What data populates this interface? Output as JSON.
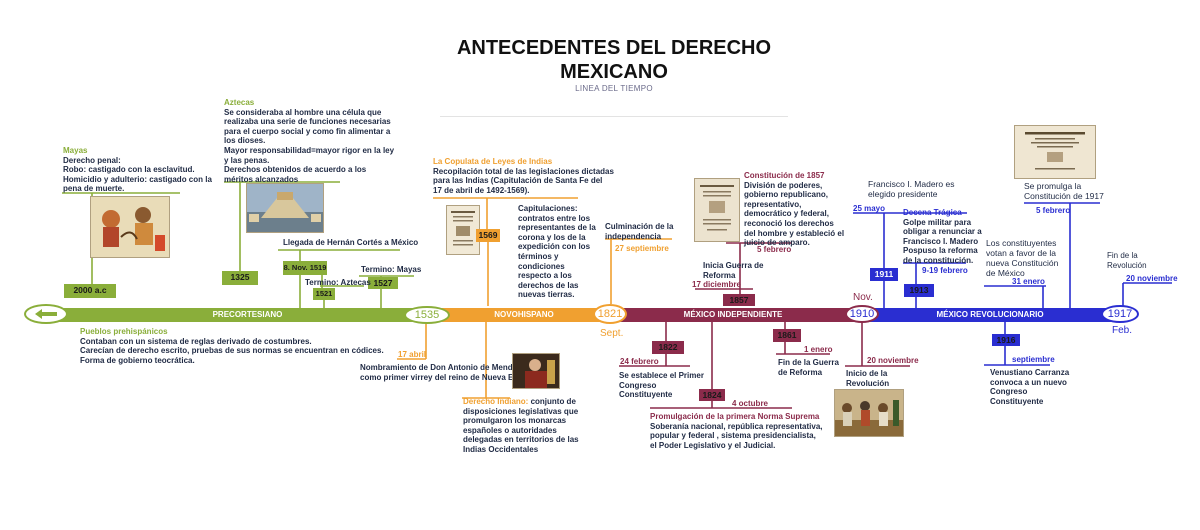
{
  "header": {
    "title_line1": "ANTECEDENTES DEL DERECHO",
    "title_line2": "MEXICANO",
    "subtitle": "LINEA DEL TIEMPO"
  },
  "colors": {
    "precortesiano": "#8aae3a",
    "novohispano": "#f0a030",
    "independiente": "#8b2b4b",
    "revolucionario": "#2a2ed1"
  },
  "eras": {
    "precortesiano": "PRECORTESIANO",
    "novohispano": "NOVOHISPANO",
    "independiente": "MÉXICO INDEPENDIENTE",
    "revolucionario": "MÉXICO REVOLUCIONARIO"
  },
  "markers": {
    "y1535": "1535",
    "y1821": "1821",
    "y1821_month": "Sept.",
    "y1910": "1910",
    "y1910_month": "Nov.",
    "y1917": "1917",
    "y1917_month": "Feb."
  },
  "pre": {
    "mayas_title": "Mayas",
    "mayas_l1": "Derecho penal:",
    "mayas_l2": "Robo: castigado con la esclavitud.",
    "mayas_l3": "Homicidio y  adulterio: castigado con la",
    "mayas_l4": " pena de muerte.",
    "aztecas_title": "Aztecas",
    "aztecas_l1": "Se consideraba al hombre una célula que",
    "aztecas_l2": " realizaba una serie de funciones necesarias",
    "aztecas_l3": " para el cuerpo social y como fin alimentar a",
    "aztecas_l4": " los dioses.",
    "aztecas_l5": "Mayor responsabilidad=mayor rigor en la ley",
    "aztecas_l6": " y las penas.",
    "aztecas_l7": "Derechos obtenidos de acuerdo a los",
    "aztecas_l8": " méritos alcanzados",
    "box_2000": "2000 a.c",
    "box_1325": "1325",
    "box_1519": "8. Nov. 1519",
    "box_1521": "1521",
    "box_1527": "1527",
    "cortes": "Llegada de Hernán Cortés a México",
    "term_aztecas": "Termino: Aztecas",
    "term_mayas": "Termino: Mayas",
    "pueblos_title": "Pueblos prehispánicos",
    "pueblos_l1": "Contaban con un sistema de reglas derivado de costumbres.",
    "pueblos_l2": "Carecían de derecho escrito, pruebas de sus normas se encuentran en códices.",
    "pueblos_l3": "Forma de gobierno teocrática."
  },
  "novo": {
    "abril": "17 abril",
    "mendoza_l1": "Nombramiento de Don Antonio de Mendoza",
    "mendoza_l2": " como primer virrey del reino de Nueva España",
    "indiano_title": "Derecho Indiano:",
    "indiano_l1": " conjunto de",
    "indiano_l2": "disposiciones legislativas que",
    "indiano_l3": "promulgaron los monarcas",
    "indiano_l4": "españoles o autoridades",
    "indiano_l5": "delegadas en territorios de las",
    "indiano_l6": "Indias Occidentales",
    "copulata_title": "La Copulata de Leyes de Indias",
    "copulata_l1": "Recopilación total de las legislaciones dictadas",
    "copulata_l2": " para las Indias (Capitulación de Santa Fe del",
    "copulata_l3": " 17 de abril de 1492-1569).",
    "box_1569": "1569",
    "cap_l1": "Capitulaciones:",
    "cap_l2": "contratos entre los",
    "cap_l3": "representantes de la",
    "cap_l4": "corona y los de la",
    "cap_l5": "expedición con los",
    "cap_l6": "términos y",
    "cap_l7": "condiciones",
    "cap_l8": "respecto a los",
    "cap_l9": "derechos de las",
    "cap_l10": "nuevas tierras.",
    "culm_l1": "Culminación de la",
    "culm_l2": "independencia",
    "culm_date": "27 septiembre"
  },
  "indep": {
    "box_1822": "1822",
    "feb24": "24 febrero",
    "primer_l1": "Se establece el Primer",
    "primer_l2": "Congreso",
    "primer_l3": "Constituyente",
    "box_1824": "1824",
    "oct4": "4 octubre",
    "prom_title": "Promulgación de la primera Norma Suprema",
    "prom_l1": "Soberanía nacional, república representativa,",
    "prom_l2": " popular y federal , sistema presidencialista,",
    "prom_l3": " el Poder Legislativo y el Judicial.",
    "const_title": "Constitución de 1857",
    "const_l1": "División de poderes,",
    "const_l2": "gobierno republicano,",
    "const_l3": "representativo,",
    "const_l4": "democrático y federal,",
    "const_l5": "reconoció los derechos",
    "const_l6": "del hombre y estableció el",
    "const_l7": "juicio de amparo.",
    "feb5": "5 febrero",
    "reforma_l1": "Inicia Guerra de",
    "reforma_l2": "Reforma",
    "dic17": "17 diciembre",
    "box_1857": "1857",
    "box_1861": "1861",
    "ene1": "1 enero",
    "fin_l1": "Fin de la Guerra",
    "fin_l2": "de Reforma"
  },
  "rev": {
    "madero_l1": "Francisco I. Madero es",
    "madero_l2": "elegido presidente",
    "may25": "25 mayo",
    "box_1911": "1911",
    "decena_title": "Decena Trágica",
    "decena_l1": "Golpe militar para",
    "decena_l2": "obligar a renunciar a",
    "decena_l3": "Francisco I. Madero",
    "decena_l4": "Pospuso la reforma",
    "decena_l5": "de la constitución.",
    "feb919": "9-19 febrero",
    "box_1913": "1913",
    "inicio_date": "20 noviembre",
    "inicio_l1": "Inicio de la",
    "inicio_l2": "Revolución",
    "prom1917_l1": "Se promulga la",
    "prom1917_l2": "Constitución de 1917",
    "feb5": "5 febrero",
    "votan_l1": "Los constituyentes",
    "votan_l2": "votan a favor de la",
    "votan_l3": "nueva Constitución",
    "votan_l4": "de México",
    "ene31": "31 enero",
    "box_1916": "1916",
    "sept": "septiembre",
    "carranza_l1": "Venustiano Carranza",
    "carranza_l2": " convoca a un nuevo",
    "carranza_l3": " Congreso",
    "carranza_l4": " Constituyente",
    "finrev_l1": "Fin de la",
    "finrev_l2": "Revolución",
    "nov20": "20 noviembre"
  },
  "icons": {
    "arrow": "arrow-left-icon"
  }
}
